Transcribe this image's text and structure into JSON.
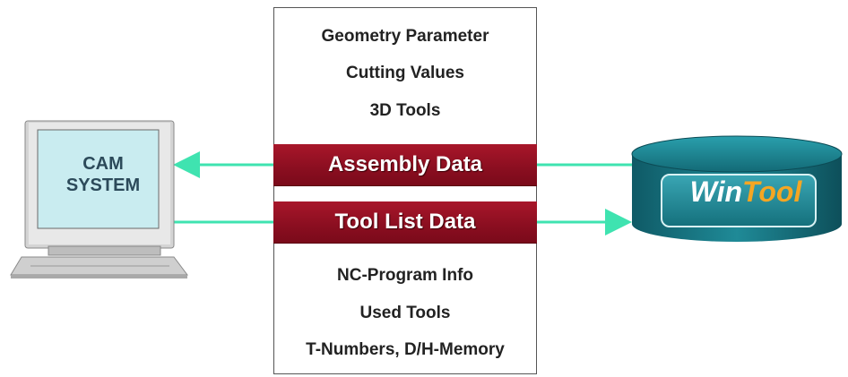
{
  "cam": {
    "line1": "CAM",
    "line2": "SYSTEM"
  },
  "top_items": [
    "Geometry Parameter",
    "Cutting Values",
    "3D Tools"
  ],
  "bands": {
    "assembly": "Assembly Data",
    "toollist": "Tool List Data"
  },
  "bottom_items": [
    "NC-Program Info",
    "Used Tools",
    "T-Numbers, D/H-Memory"
  ],
  "wintool": {
    "part1": "Win",
    "part2": "Tool"
  },
  "colors": {
    "band": "#8e1022",
    "arrow": "#3fe3b0",
    "monitor_screen": "#c9ecf0",
    "cylinder": "#1f7f8c",
    "win_text": "#ffffff",
    "tool_text": "#f5a623"
  }
}
